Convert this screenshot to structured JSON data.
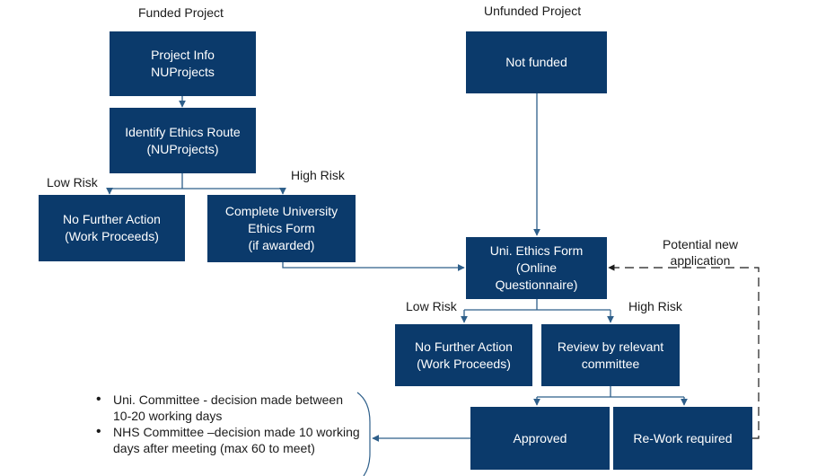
{
  "headers": {
    "funded": "Funded Project",
    "unfunded": "Unfunded Project"
  },
  "boxes": {
    "project_info": "Project Info\nNUProjects",
    "identify_route": "Identify Ethics Route\n(NUProjects)",
    "no_further_left": "No Further Action\n(Work Proceeds)",
    "complete_form": "Complete University\nEthics Form\n(if awarded)",
    "not_funded": "Not funded",
    "uni_form": "Uni. Ethics Form\n(Online\nQuestionnaire)",
    "no_further_right": "No Further Action\n(Work Proceeds)",
    "review": "Review by relevant\ncommittee",
    "approved": "Approved",
    "rework": "Re-Work required"
  },
  "labels": {
    "low_risk_1": "Low Risk",
    "high_risk_1": "High Risk",
    "low_risk_2": "Low Risk",
    "high_risk_2": "High Risk",
    "potential_new": "Potential new\napplication"
  },
  "notes": [
    "Uni. Committee - decision made between 10-20 working days",
    "NHS Committee –decision made 10 working days after meeting (max 60 to meet)"
  ],
  "colors": {
    "box_fill": "#0b3a6b",
    "connector": "#2e5f8a"
  }
}
